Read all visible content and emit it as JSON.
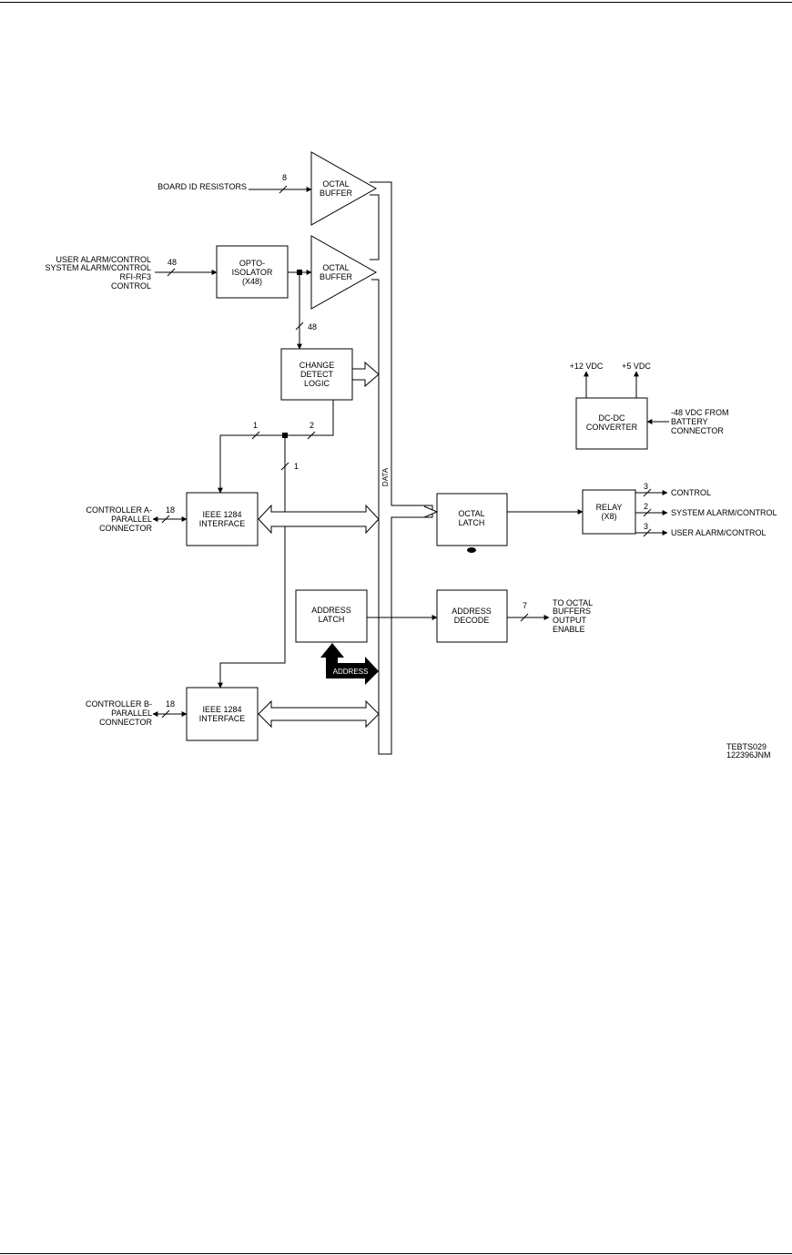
{
  "blocks": {
    "octal_buffer_1": [
      "OCTAL",
      "BUFFER"
    ],
    "octal_buffer_2": [
      "OCTAL",
      "BUFFER"
    ],
    "opto_isolator": [
      "OPTO-",
      "ISOLATOR",
      "(X48)"
    ],
    "change_detect": [
      "CHANGE",
      "DETECT",
      "LOGIC"
    ],
    "ieee_a": [
      "IEEE 1284",
      "INTERFACE"
    ],
    "ieee_b": [
      "IEEE 1284",
      "INTERFACE"
    ],
    "octal_latch": [
      "OCTAL",
      "LATCH"
    ],
    "relay": [
      "RELAY",
      "(X8)"
    ],
    "address_latch": [
      "ADDRESS",
      "LATCH"
    ],
    "address_decode": [
      "ADDRESS",
      "DECODE"
    ],
    "dcdc": [
      "DC-DC",
      "CONVERTER"
    ]
  },
  "labels": {
    "board_id": "BOARD ID RESISTORS",
    "user_inputs": [
      "USER ALARM/CONTROL",
      "SYSTEM ALARM/CONTROL",
      "RFI-RF3",
      "CONTROL"
    ],
    "controller_a": [
      "CONTROLLER A-",
      "PARALLEL",
      "CONNECTOR"
    ],
    "controller_b": [
      "CONTROLLER B-",
      "PARALLEL",
      "CONNECTOR"
    ],
    "relay_outputs": [
      "CONTROL",
      "SYSTEM ALARM/CONTROL",
      "USER ALARM/CONTROL"
    ],
    "decode_output": [
      "TO OCTAL",
      "BUFFERS",
      "OUTPUT",
      "ENABLE"
    ],
    "plus12": "+12 VDC",
    "plus5": "+5 VDC",
    "battery": [
      "-48 VDC FROM",
      "BATTERY",
      "CONNECTOR"
    ],
    "data_bus": "DATA",
    "address_bus": "ADDRESS",
    "figure_id": [
      "TEBTS029",
      "122396JNM"
    ]
  },
  "bus_widths": {
    "board_id": "8",
    "user_inputs": "48",
    "opto_to_detect": "48",
    "detect_to_a": "1",
    "detect_to_node": "2",
    "node_to_b": "1",
    "controller_a": "18",
    "controller_b": "18",
    "relay_control": "3",
    "relay_system": "2",
    "relay_user": "3",
    "decode_out": "7"
  }
}
